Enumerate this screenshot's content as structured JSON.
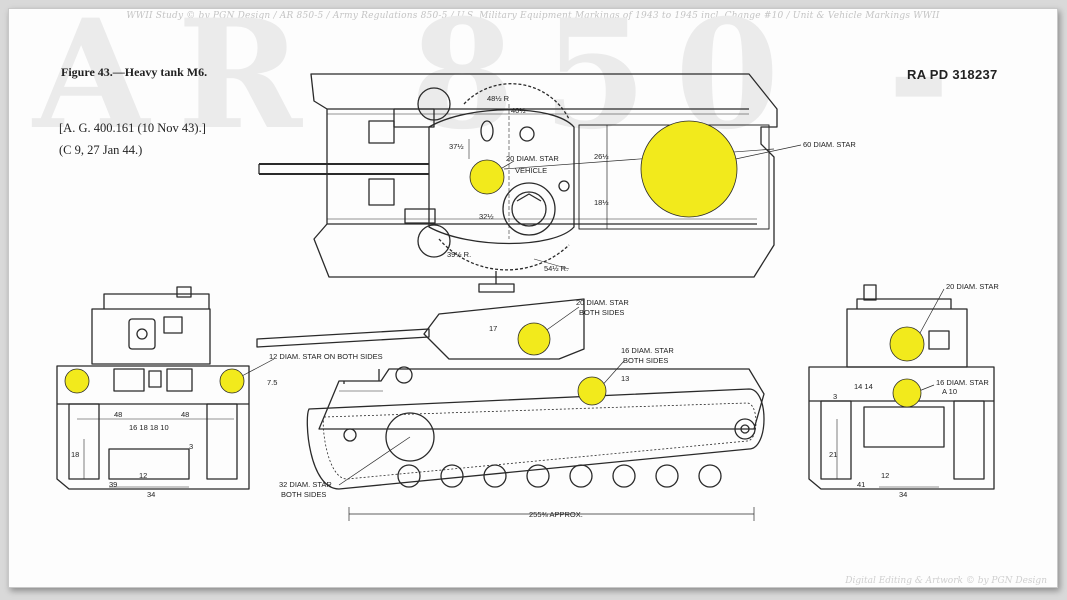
{
  "header": {
    "banner": "WWII Study © by PGN Design / AR 850-5 / Army Regulations 850-5 / U.S. Military Equipment Markings of 1943 to 1945 incl. Change #10 / Unit & Vehicle Markings WWII",
    "watermark": "AR 850 - 5"
  },
  "figure": {
    "title": "Figure 43.—Heavy tank M6.",
    "reference_1": "[A. G. 400.161 (10 Nov 43).]",
    "reference_2": "(C 9, 27 Jan 44.)",
    "ra_number": "RA PD 318237"
  },
  "top_view": {
    "label_60_star": "60 DIAM. STAR",
    "label_20_star": "20 DIAM. STAR",
    "label_vehicle": "VEHICLE",
    "dim_48_5_r": "48½ R",
    "dim_40_5": "40½",
    "dim_37_5": "37½",
    "dim_26_5": "26½",
    "dim_18_5": "18½",
    "dim_32_5": "32½",
    "dim_39_5_r": "39½ R.",
    "dim_54_5_r": "54½ R."
  },
  "front_view": {
    "label_12_star": "12 DIAM. STAR ON BOTH SIDES",
    "dim_7_5": "7.5",
    "dim_48_left": "48",
    "dim_48_right": "48",
    "dim_row": "16 18 18 10",
    "dim_18": "18",
    "dim_39": "39",
    "dim_12": "12",
    "dim_34": "34",
    "dim_3": "3"
  },
  "side_view": {
    "label_20_star": "20 DIAM. STAR",
    "label_20_star_sub": "BOTH SIDES",
    "label_16_star": "16 DIAM. STAR",
    "label_16_star_sub": "BOTH SIDES",
    "label_32_star": "32 DIAM. STAR",
    "label_32_star_sub": "BOTH SIDES",
    "dim_17": "17",
    "dim_13": "13",
    "dim_length": "255⅜ APPROX."
  },
  "rear_view": {
    "label_20_star": "20 DIAM. STAR",
    "label_16_star": "16 DIAM. STAR",
    "label_16_star_sub": "A 10",
    "dim_row": "14 14",
    "dim_21": "21",
    "dim_41": "41",
    "dim_12": "12",
    "dim_34": "34",
    "dim_3": "3"
  },
  "footer": {
    "credit": "Digital Editing & Artwork © by PGN Design"
  },
  "colors": {
    "star_fill": "#f2ea1c",
    "line": "#2a2a2a",
    "paper": "#fdfdfd"
  }
}
